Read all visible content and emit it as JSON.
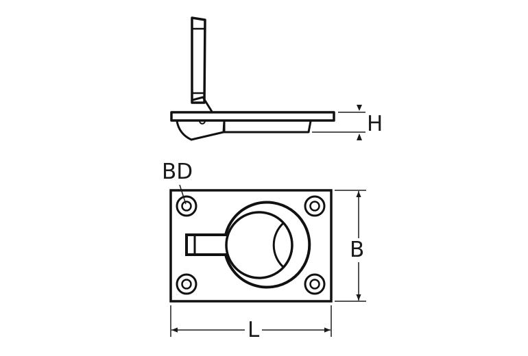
{
  "drawing": {
    "subject": "flush lifting ring handle",
    "views": [
      "side view",
      "top view"
    ],
    "stroke_color": "#111111",
    "background_color": "#ffffff"
  },
  "dimensions": {
    "height_label": "H",
    "hole_label": "BD",
    "width_label": "B",
    "length_label": "L"
  }
}
